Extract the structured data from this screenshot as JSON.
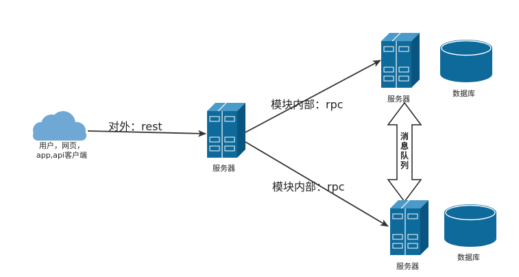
{
  "client": {
    "line1": "用户，网页，",
    "line2": "app,api客户端",
    "icon": "cloud-icon"
  },
  "edges": {
    "external": "对外：rest",
    "internal_upper": "模块内部：rpc",
    "internal_lower": "模块内部：rpc"
  },
  "servers": {
    "center_label": "服务器",
    "top_label": "服务器",
    "bottom_label": "服务器",
    "icon": "server-icon"
  },
  "databases": {
    "top_label": "数据库",
    "bottom_label": "数据库",
    "icon": "database-icon"
  },
  "queue": {
    "label": "消息队列",
    "chars": [
      "消",
      "息",
      "队",
      "列"
    ]
  },
  "colors": {
    "server": "#0e6a9b",
    "server_dark": "#0a5580",
    "database": "#0e6a9b",
    "cloud": "#6fa8d4",
    "arrow": "#333333"
  }
}
